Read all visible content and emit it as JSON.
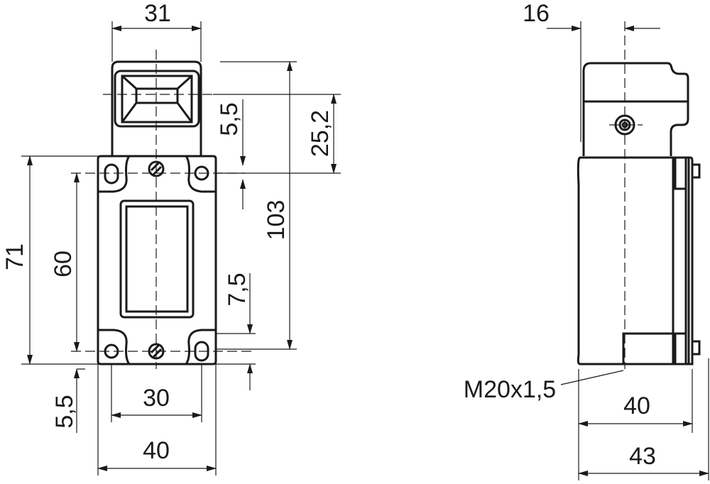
{
  "front_view": {
    "dims": {
      "d31": "31",
      "d5_5_top": "5,5",
      "d25_2": "25,2",
      "d103": "103",
      "d71": "71",
      "d60": "60",
      "d7_5": "7,5",
      "d5_5_bottom": "5,5",
      "d30": "30",
      "d40": "40"
    }
  },
  "side_view": {
    "dims": {
      "d16": "16",
      "d40": "40",
      "d43": "43"
    },
    "thread_label": "M20x1,5"
  }
}
